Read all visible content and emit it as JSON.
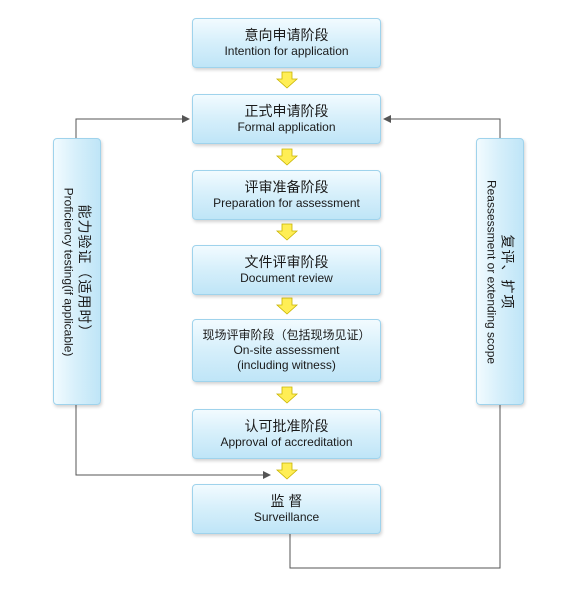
{
  "steps": [
    {
      "zh": "意向申请阶段",
      "en": "Intention for application"
    },
    {
      "zh": "正式申请阶段",
      "en": "Formal application"
    },
    {
      "zh": "评审准备阶段",
      "en": "Preparation for assessment"
    },
    {
      "zh": "文件评审阶段",
      "en": "Document review"
    },
    {
      "zh": "现场评审阶段（包括现场见证）",
      "en": "On-site assessment",
      "en2": "(including witness)"
    },
    {
      "zh": "认可批准阶段",
      "en": "Approval of accreditation"
    },
    {
      "zh": "监 督",
      "en": "Surveillance"
    }
  ],
  "left_panel": {
    "zh": "能力验证（适用时）",
    "en": "Proficiency testing(if applicable)"
  },
  "right_panel": {
    "zh": "复评、扩项",
    "en": "Reassessment or extending scope"
  },
  "colors": {
    "box_border": "#9fd3ec",
    "arrow_fill": "#ffee55",
    "arrow_stroke": "#c8b400",
    "connector": "#555555"
  }
}
